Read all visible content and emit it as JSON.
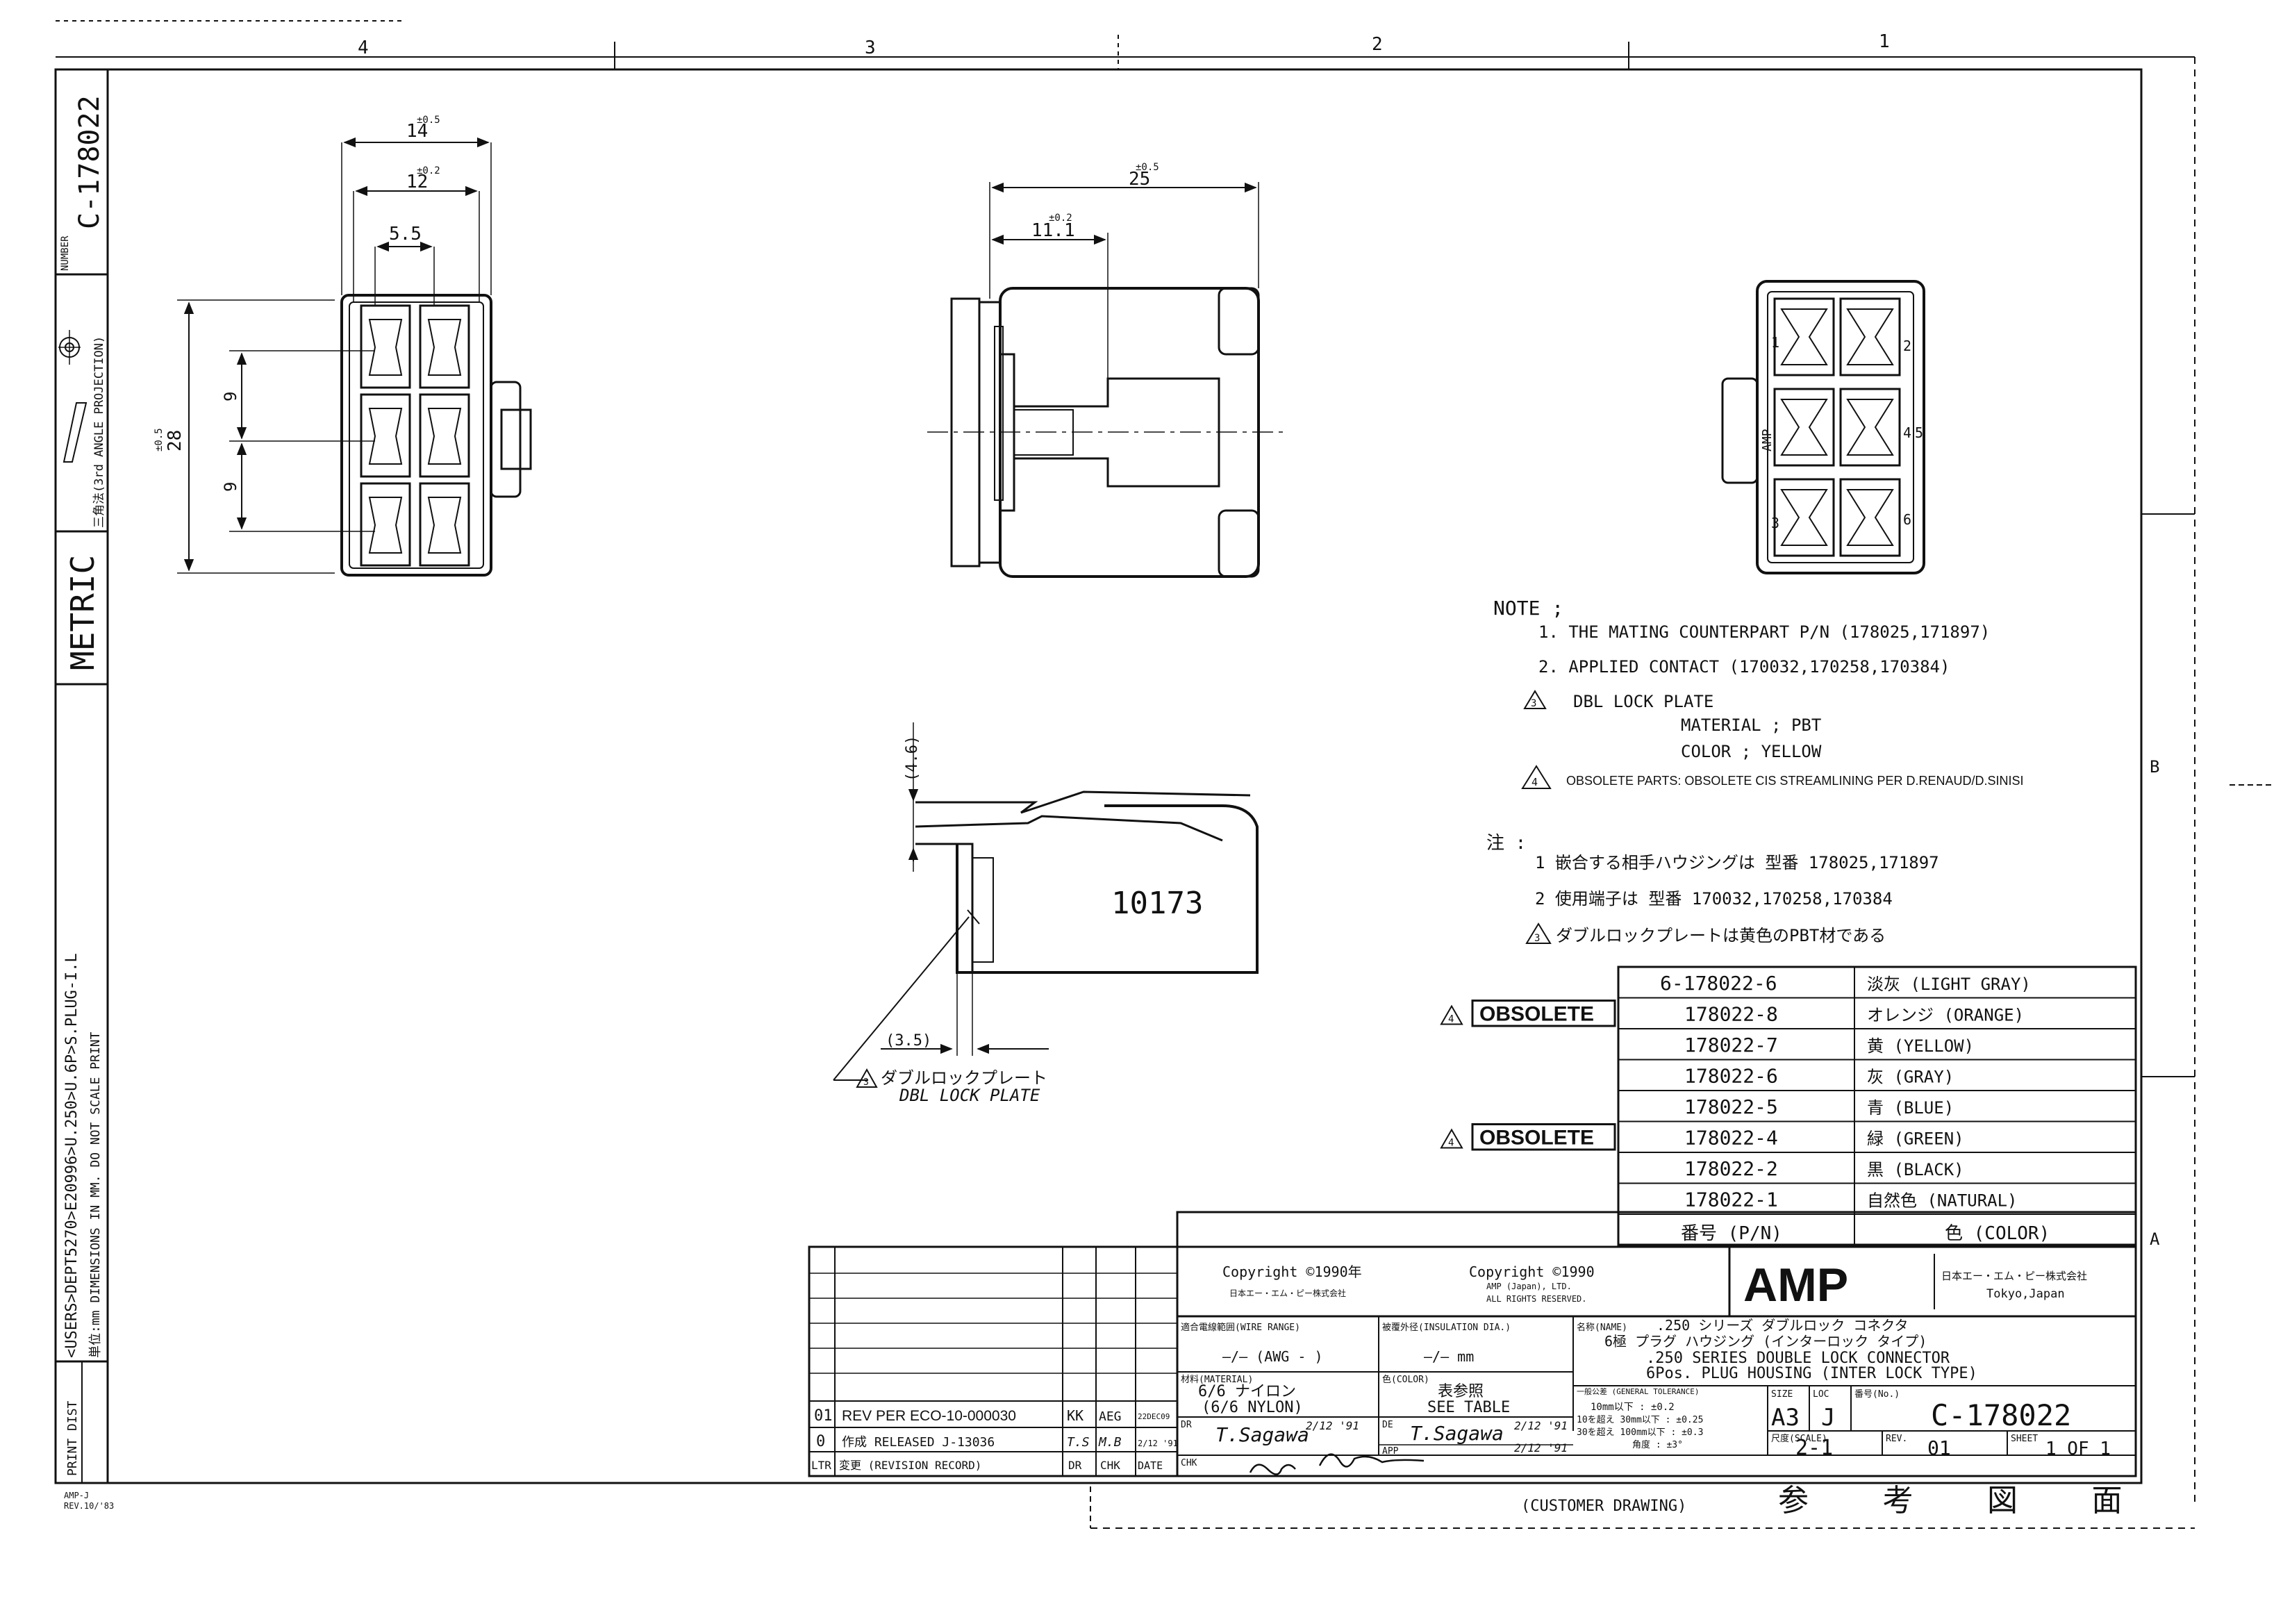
{
  "zones": {
    "top": [
      "4",
      "3",
      "2",
      "1"
    ],
    "right": [
      "B",
      "A"
    ]
  },
  "side_panel": {
    "number_label": "NUMBER",
    "number": "C-178022",
    "projection": "三角法(3rd ANGLE PROJECTION)",
    "metric": "METRIC",
    "path": "<USERS>DEPT5270>E20996>U.250>U.6P>S.PLUG-I.L",
    "note": "単位:mm DIMENSIONS IN MM. DO NOT SCALE PRINT",
    "print_dist": "PRINT DIST"
  },
  "dims": {
    "d14_tol": "±0.5",
    "d14": "14",
    "d12_tol": "±0.2",
    "d12": "12",
    "d55": "5.5",
    "d28_tol": "±0.5",
    "d28": "28",
    "d9a": "9",
    "d9b": "9",
    "d25_tol": "±0.5",
    "d25": "25",
    "d111_tol": "±0.2",
    "d111": "11.1",
    "d46": "(4.6)",
    "d35": "(3.5)",
    "part_mark": "10173",
    "marks": [
      "1",
      "2",
      "3",
      "4",
      "5",
      "6",
      "AMP"
    ]
  },
  "lock_label": {
    "jp": "ダブルロックプレート",
    "en": "DBL LOCK PLATE",
    "flag": "3"
  },
  "notes_en": {
    "heading": "NOTE ;",
    "n1": "1.  THE MATING COUNTERPART P/N  (178025,171897)",
    "n2": "2.  APPLIED CONTACT  (170032,170258,170384)",
    "n3_flag": "3",
    "n3": "DBL LOCK PLATE",
    "n3_mat": "MATERIAL ; PBT",
    "n3_col": "COLOR ; YELLOW",
    "n4_flag": "4",
    "n4": "OBSOLETE PARTS: OBSOLETE CIS STREAMLINING PER D.RENAUD/D.SINISI"
  },
  "notes_jp": {
    "heading": "注 :",
    "n1": "1  嵌合する相手ハウジングは 型番 178025,171897",
    "n2": "2  使用端子は 型番 170032,170258,170384",
    "n3_flag": "3",
    "n3": "ダブルロックプレートは黄色のPBT材である"
  },
  "pn_table": {
    "obsolete_label": "OBSOLETE",
    "obsolete_flag": "4",
    "rows": [
      {
        "pn": "6-178022-6",
        "color": "淡灰 (LIGHT GRAY)",
        "obsolete": false
      },
      {
        "pn": "178022-8",
        "color": "オレンジ (ORANGE)",
        "obsolete": true
      },
      {
        "pn": "178022-7",
        "color": "黄 (YELLOW)",
        "obsolete": false
      },
      {
        "pn": "178022-6",
        "color": "灰 (GRAY)",
        "obsolete": false
      },
      {
        "pn": "178022-5",
        "color": "青 (BLUE)",
        "obsolete": false
      },
      {
        "pn": "178022-4",
        "color": "緑 (GREEN)",
        "obsolete": true
      },
      {
        "pn": "178022-2",
        "color": "黒 (BLACK)",
        "obsolete": false
      },
      {
        "pn": "178022-1",
        "color": "自然色 (NATURAL)",
        "obsolete": false
      }
    ],
    "header_pn": "番号 (P/N)",
    "header_color": "色 (COLOR)"
  },
  "revisions": [
    {
      "ltr": "01",
      "desc": "REV PER ECO-10-000030",
      "dr": "KK",
      "chk": "AEG",
      "date": "22DEC09"
    },
    {
      "ltr": "0",
      "desc": "作成 RELEASED J-13036",
      "dr": "T.S",
      "chk": "M.B",
      "date": "2/12 '91"
    }
  ],
  "rev_header": {
    "ltr": "LTR",
    "desc": "変更 (REVISION RECORD)",
    "dr": "DR",
    "chk": "CHK",
    "date": "DATE"
  },
  "title_block": {
    "copyright1": "Copyright ©1990年",
    "copyright1b": "日本エー・エム・ピー株式会社",
    "copyright2": "Copyright ©1990",
    "copyright2b": "AMP (Japan), LTD.",
    "copyright2c": "ALL RIGHTS RESERVED.",
    "logo": "AMP",
    "company_jp": "日本エー・エム・ピー株式会社",
    "company_city": "Tokyo,Japan",
    "wire_range_label": "適合電線範囲(WIRE RANGE)",
    "wire_range_value": "—/— (AWG - )",
    "insulation_label": "被覆外径(INSULATION DIA.)",
    "insulation_value": "—/— mm",
    "name_label": "名称(NAME)",
    "name_jp1": ".250 シリーズ ダブルロック コネクタ",
    "name_jp2": "6極 プラグ ハウジング (インターロック タイプ)",
    "name_en1": ".250 SERIES DOUBLE LOCK CONNECTOR",
    "name_en2": "6Pos. PLUG HOUSING  (INTER LOCK TYPE)",
    "material_label": "材料(MATERIAL)",
    "material_jp": "6/6 ナイロン",
    "material_en": "(6/6 NYLON)",
    "color_label": "色(COLOR)",
    "color_jp": "表参照",
    "color_en": "SEE TABLE",
    "tol_label": "一般公差 (GENERAL TOLERANCE)",
    "tol1": "10mm以下 : ±0.2",
    "tol2": "10を超え 30mm以下 : ±0.25",
    "tol3": "30を超え 100mm以下 : ±0.3",
    "tol4": "角度 : ±3°",
    "size_label": "SIZE",
    "size": "A3",
    "loc_label": "LOC",
    "loc": "J",
    "no_label": "番号(No.)",
    "no": "C-178022",
    "dr_label": "DR",
    "dr_sig": "T.Sagawa",
    "dr_date": "2/12 '91",
    "de_label": "DE",
    "de_sig": "T.Sagawa",
    "de_date": "2/12 '91",
    "chk_label": "CHK",
    "app_label": "APP",
    "app_date": "2/12 '91",
    "scale_label": "尺度(SCALE)",
    "scale": "2-1",
    "rev_label": "REV.",
    "rev": "01",
    "sheet_label": "SHEET",
    "sheet": "1 OF 1",
    "customer": "(CUSTOMER DRAWING)",
    "ref_jp": "参 考 図 面"
  },
  "form_code": {
    "a": "AMP-J",
    "b": "REV.10/'83"
  }
}
